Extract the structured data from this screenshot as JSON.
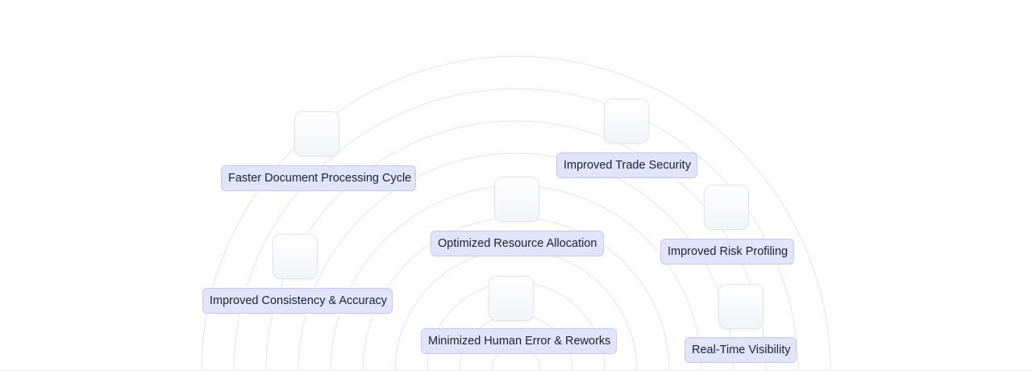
{
  "benefits": [
    {
      "id": "faster-document-processing-cycle",
      "label": "Faster Document Processing Cycle"
    },
    {
      "id": "improved-trade-security",
      "label": "Improved Trade Security"
    },
    {
      "id": "optimized-resource-allocation",
      "label": "Optimized Resource Allocation"
    },
    {
      "id": "improved-risk-profiling",
      "label": "Improved Risk Profiling"
    },
    {
      "id": "improved-consistency-accuracy",
      "label": "Improved Consistency & Accuracy"
    },
    {
      "id": "minimized-human-error-reworks",
      "label": "Minimized Human Error & Reworks"
    },
    {
      "id": "real-time-visibility",
      "label": "Real-Time Visibility"
    }
  ],
  "colors": {
    "arc": "#dfe2f8",
    "pill_bg": "#e2e4fb",
    "pill_border": "#c5c9f2",
    "text": "#1b1e3d"
  }
}
